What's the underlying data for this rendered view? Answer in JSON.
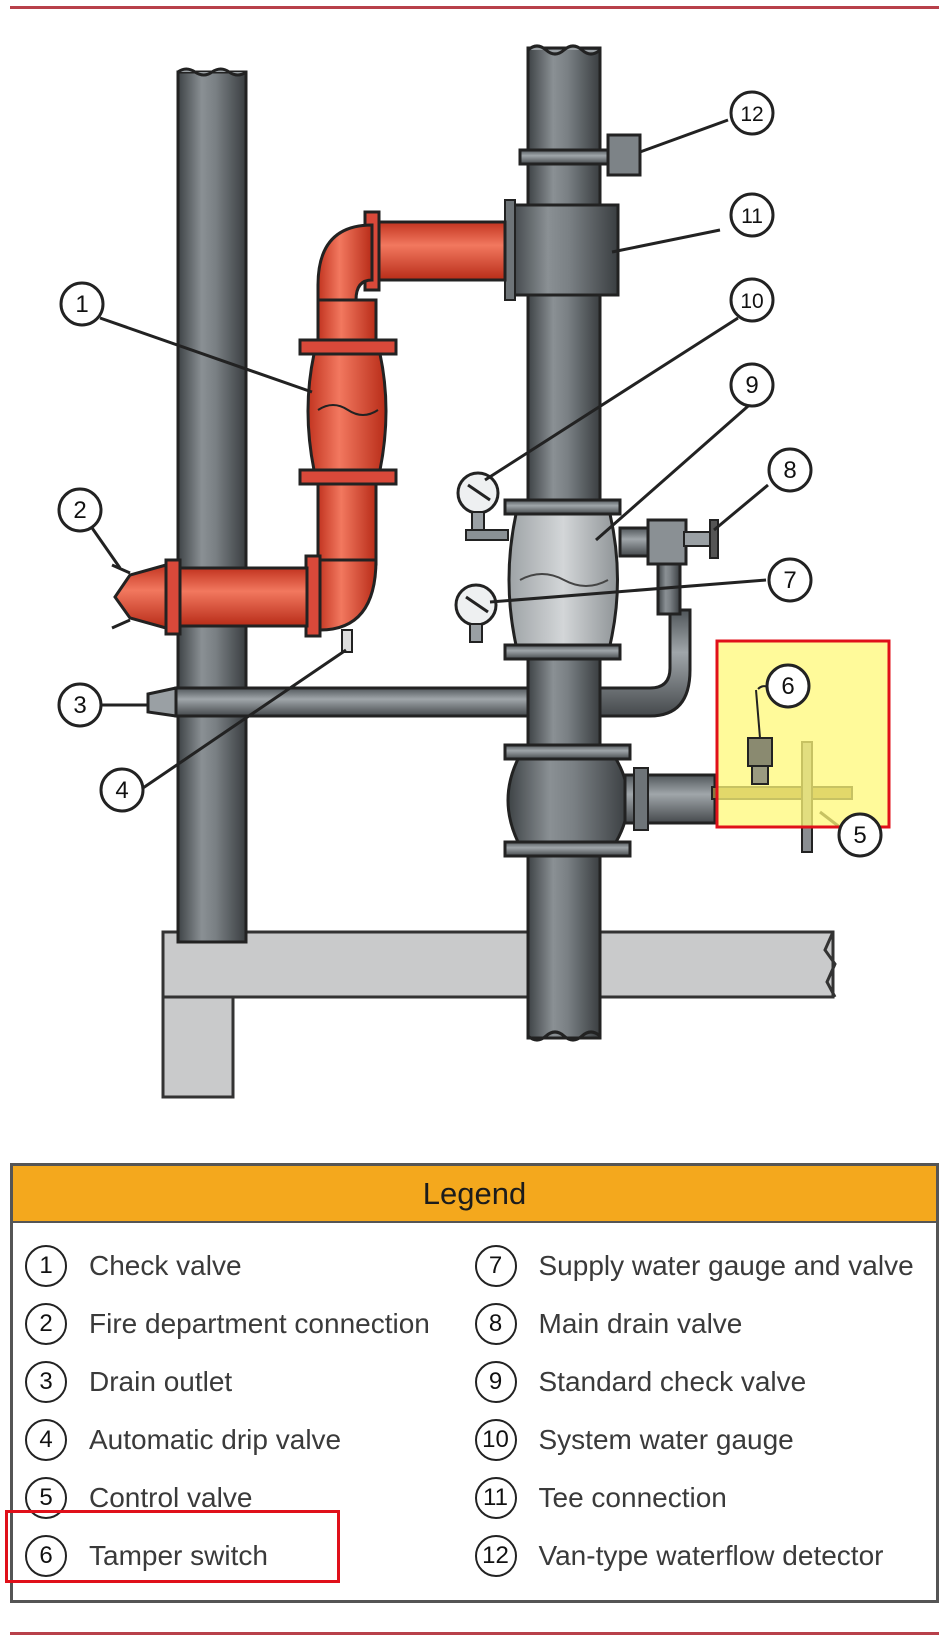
{
  "callouts": [
    "1",
    "2",
    "3",
    "4",
    "5",
    "6",
    "7",
    "8",
    "9",
    "10",
    "11",
    "12"
  ],
  "legend": {
    "title": "Legend",
    "items": [
      {
        "num": "1",
        "label": "Check valve"
      },
      {
        "num": "2",
        "label": "Fire department connection"
      },
      {
        "num": "3",
        "label": "Drain outlet"
      },
      {
        "num": "4",
        "label": "Automatic drip valve"
      },
      {
        "num": "5",
        "label": "Control valve"
      },
      {
        "num": "6",
        "label": "Tamper switch"
      },
      {
        "num": "7",
        "label": "Supply water gauge and valve"
      },
      {
        "num": "8",
        "label": "Main drain valve"
      },
      {
        "num": "9",
        "label": "Standard check valve"
      },
      {
        "num": "10",
        "label": "System water gauge"
      },
      {
        "num": "11",
        "label": "Tee connection"
      },
      {
        "num": "12",
        "label": "Van-type waterflow detector"
      }
    ]
  },
  "colors": {
    "pipe_red": "#e8503a",
    "pipe_gray": "#6e7478",
    "legend_header": "#f4a81d",
    "highlight_yellow": "#fff878",
    "highlight_border": "#e0101a",
    "rule": "#b8404a"
  }
}
